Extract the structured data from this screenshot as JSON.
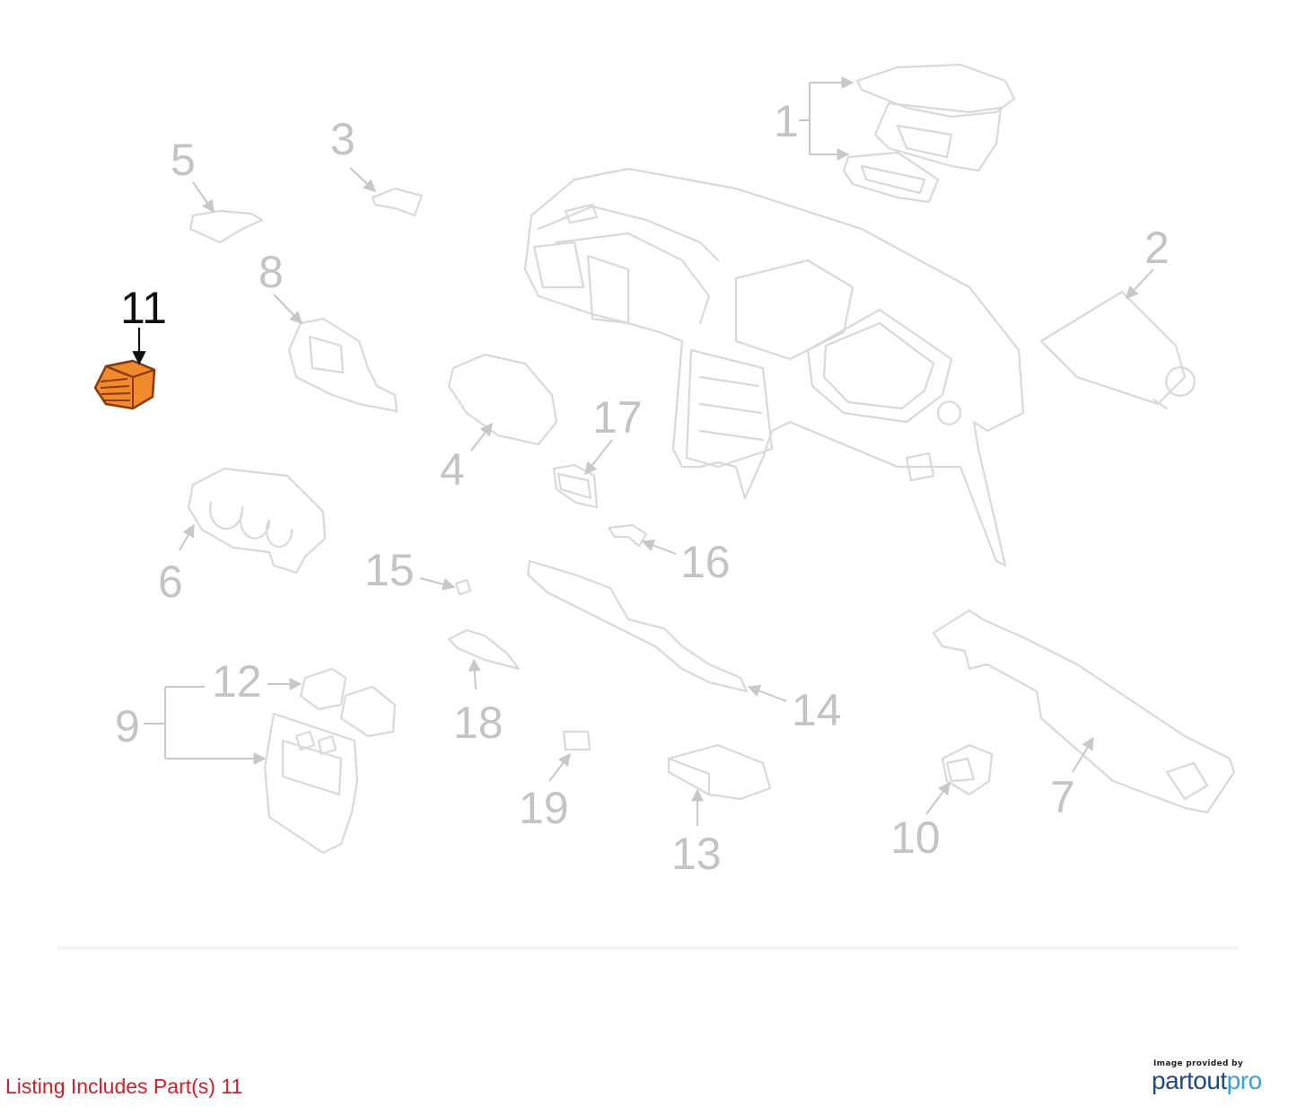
{
  "diagram": {
    "callouts": [
      "1",
      "2",
      "3",
      "4",
      "5",
      "6",
      "7",
      "8",
      "9",
      "10",
      "11",
      "12",
      "13",
      "14",
      "15",
      "16",
      "17",
      "18",
      "19"
    ],
    "highlighted_part": "11",
    "highlight_color": "#f08a2a"
  },
  "footer": {
    "listing_text": "Listing Includes Part(s) 11",
    "credit_small": "Image provided by",
    "credit_logo_main": "partout",
    "credit_logo_accent": "pro"
  },
  "colors": {
    "listing_text": "#d0202a",
    "logo": "#1d4a8a",
    "logo_accent": "#3aa0d8"
  }
}
